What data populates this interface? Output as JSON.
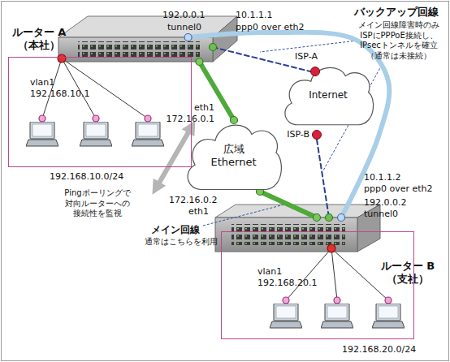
{
  "diagram": {
    "nodes": [
      {
        "text": [
          "ルーター A （本社）"
        ]
      },
      {
        "text": [
          "vlan1 192.168.10.1",
          "192.168.10.0/24"
        ]
      },
      {
        "text": [
          "Internet"
        ]
      },
      {
        "text": [
          "ISP-A"
        ]
      },
      {
        "text": [
          "ISP-B"
        ]
      },
      {
        "text": [
          "広域 Ethernet"
        ]
      },
      {
        "text": [
          "ルーター B （支社）"
        ]
      },
      {
        "text": [
          "vlan1 192.168.20.1",
          "192.168.20.0/24"
        ]
      }
    ],
    "edges": [
      {
        "from": 0,
        "to": 5,
        "arrow": "none"
      },
      {
        "from": 5,
        "to": 6,
        "arrow": "none"
      },
      {
        "from": 0,
        "to": 3,
        "arrow": "none"
      },
      {
        "from": 4,
        "to": 6,
        "arrow": "none"
      },
      {
        "from": 0,
        "to": 6,
        "arrow": "none"
      }
    ],
    "labels": [
      "192.0.0.1",
      "tunnel0",
      "10.1.1.1",
      "ppp0 over eth2",
      "バックアップ回線",
      "メイン回線障害時のみ ISPにPPPoE接続し、 IPsecトンネルを確立 （通常は未接続）",
      "eth1",
      "172.16.0.1",
      "Pingポーリングで 対向ルーターへの 接続性を監視",
      "10.1.1.2",
      "ppp0 over eth2",
      "192.0.0.2",
      "tunnel0",
      "172.16.0.2",
      "eth1",
      "メイン回線",
      "通常はこちらを利用"
    ]
  }
}
